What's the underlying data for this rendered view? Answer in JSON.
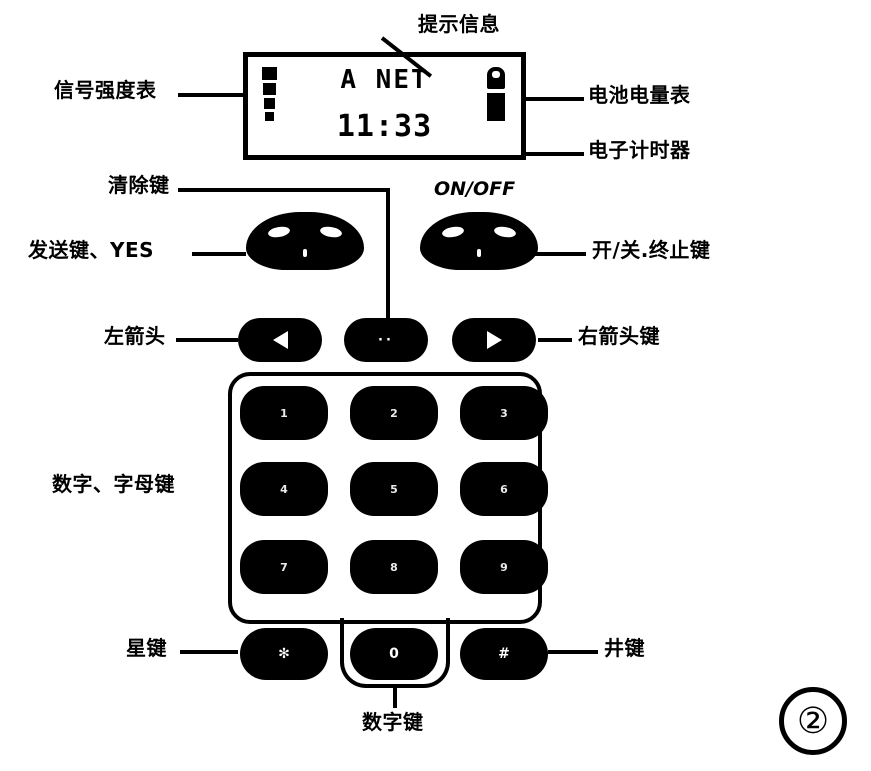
{
  "page": {
    "figure_number": "②"
  },
  "lcd": {
    "status_text": "A NET",
    "clock": "11:33",
    "signal_icon": "signal-strength-icon",
    "battery_icon": "battery-level-icon"
  },
  "callouts": {
    "signal_meter": "信号强度表",
    "prompt_info": "提示信息",
    "battery_meter": "电池电量表",
    "timer": "电子计时器",
    "clear_key": "清除键",
    "send_key": "发送键、YES",
    "onoff_marking": "ON/OFF",
    "onoff_key": "开/关.终止键",
    "left_arrow": "左箭头",
    "right_arrow": "右箭头键",
    "alphanumeric_keys": "数字、字母键",
    "star_key": "星键",
    "hash_key": "井键",
    "number_key": "数字键"
  },
  "keys": {
    "send": {
      "label": "",
      "name": "send-key"
    },
    "onoff": {
      "label": "",
      "name": "power-key"
    },
    "left_arrow": {
      "label": "◄",
      "name": "left-arrow-key"
    },
    "clear": {
      "label": "··",
      "name": "clear-key"
    },
    "right_arrow": {
      "label": "►",
      "name": "right-arrow-key"
    },
    "numeric": [
      {
        "digit": "1",
        "letters": ""
      },
      {
        "digit": "2",
        "letters": ""
      },
      {
        "digit": "3",
        "letters": ""
      },
      {
        "digit": "4",
        "letters": ""
      },
      {
        "digit": "5",
        "letters": ""
      },
      {
        "digit": "6",
        "letters": ""
      },
      {
        "digit": "7",
        "letters": ""
      },
      {
        "digit": "8",
        "letters": ""
      },
      {
        "digit": "9",
        "letters": ""
      }
    ],
    "star": {
      "label": "✻",
      "name": "star-key"
    },
    "zero": {
      "label": "0",
      "name": "zero-key"
    },
    "hash": {
      "label": "#",
      "name": "hash-key"
    }
  }
}
